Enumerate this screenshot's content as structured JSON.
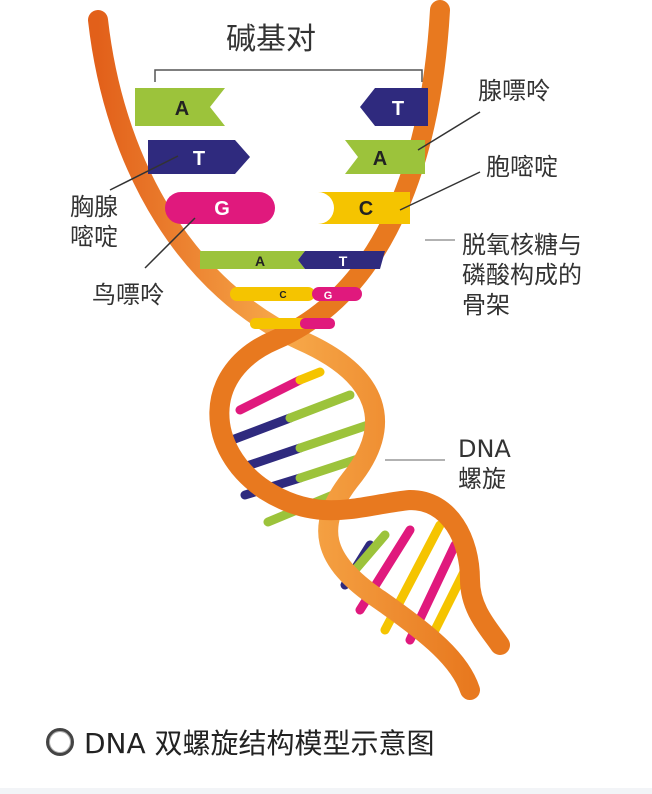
{
  "title": "碱基对",
  "labels": {
    "purine_top": "腺嘌呤",
    "pyrimidine_right": "胞嘧啶",
    "backbone": "脱氧核糖与\n磷酸构成的\n骨架",
    "pyrimidine_left": "胸腺\n嘧啶",
    "purine_left": "鸟嘌呤",
    "helix": "DNA\n螺旋"
  },
  "base_pairs": [
    {
      "left": "A",
      "right": "T"
    },
    {
      "left": "T",
      "right": "A"
    },
    {
      "left": "G",
      "right": "C"
    },
    {
      "left": "A",
      "right": "T"
    },
    {
      "left": "C",
      "right": "G"
    }
  ],
  "colors": {
    "A": "#9cc33b",
    "T": "#2f2a7e",
    "G": "#e0197d",
    "C": "#f5c400",
    "backbone": "#e8791f"
  },
  "caption": "DNA 双螺旋结构模型示意图"
}
